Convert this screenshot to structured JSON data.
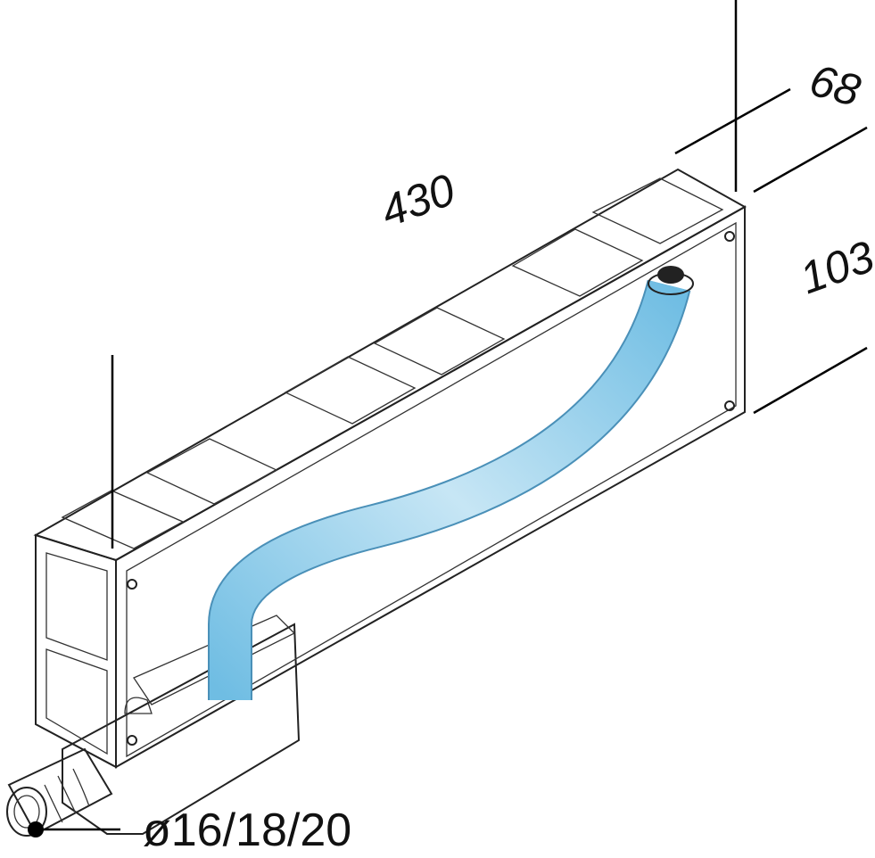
{
  "dimensions": {
    "length": "430",
    "depth": "68",
    "height": "103",
    "outlet_diameter": "ø16/18/20"
  },
  "colors": {
    "hose": "#7cc3e6",
    "hose_light": "#c7e6f5",
    "housing": "#f4f6f8",
    "cap": "#222222"
  }
}
